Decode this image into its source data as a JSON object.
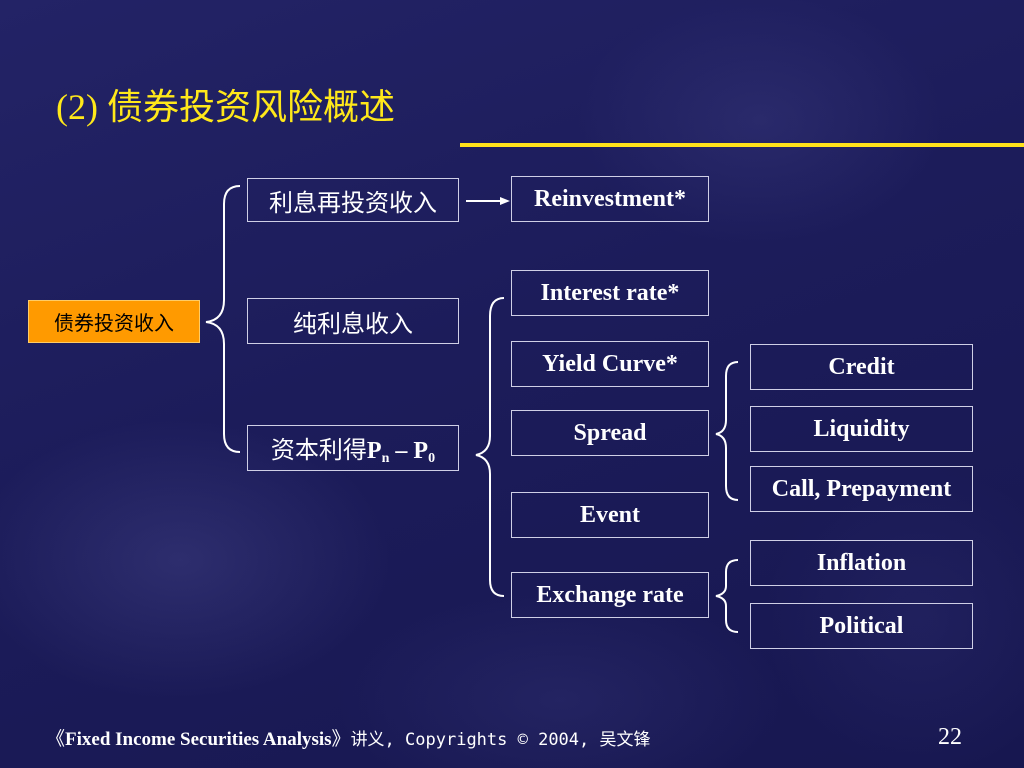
{
  "title": {
    "prefix": "(2)",
    "main": "债券投资风险概述"
  },
  "root": {
    "label": "债券投资收入"
  },
  "income": {
    "reinvest": "利息再投资收入",
    "pure": "纯利息收入",
    "capital_prefix": "资本利得",
    "capital_p1": "P",
    "capital_sub1": "n",
    "capital_minus": " – ",
    "capital_p2": "P",
    "capital_sub2": "0"
  },
  "risks": {
    "reinvestment": "Reinvestment*",
    "interest_rate": "Interest rate*",
    "yield_curve": "Yield Curve*",
    "spread": "Spread",
    "event": "Event",
    "exchange_rate": "Exchange rate"
  },
  "spread_types": {
    "credit": "Credit",
    "liquidity": "Liquidity",
    "call": "Call, Prepayment"
  },
  "exchange_types": {
    "inflation": "Inflation",
    "political": "Political"
  },
  "footer": {
    "open": "《",
    "book": "Fixed Income Securities Analysis",
    "close": "》",
    "rest": "讲义, Copyrights © 2004, 吴文锋"
  },
  "page_number": "22",
  "colors": {
    "title": "#ffe81a",
    "rule": "#ffe21a",
    "root_box": "#ff9a00",
    "background": "#1c1c5a",
    "line": "#ffffff"
  }
}
